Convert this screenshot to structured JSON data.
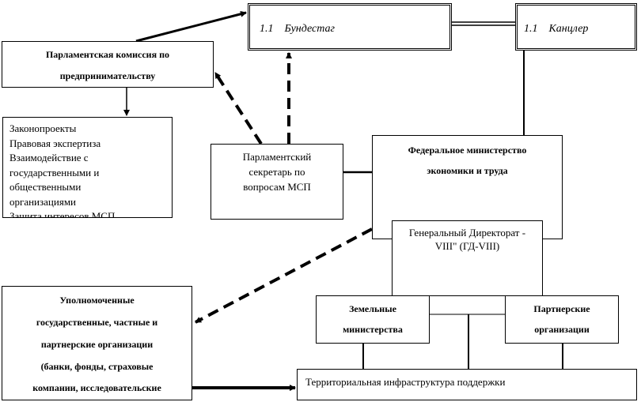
{
  "nodes": {
    "bundestag": {
      "num": "1.1",
      "label": "Бундестаг"
    },
    "chancellor": {
      "num": "1.1",
      "label": "Канцлер"
    },
    "commission": {
      "line1": "Парламентская комиссия по",
      "line2": "предпринимательству"
    },
    "functions": {
      "items": [
        "Законопроекты",
        "Правовая экспертиза",
        "Взаимодействие с",
        "государственными и",
        "общественными",
        "организациями",
        "Защита интересов МСП"
      ]
    },
    "secretary": {
      "label": "Парламентский секретарь  по вопросам МСП"
    },
    "ministry": {
      "line1": "Федеральное министерство",
      "line2": "экономики и труда"
    },
    "directorate": {
      "label": "Генеральный Директорат - VIII\" (ГД-VIII)"
    },
    "land_ministries": {
      "line1": "Земельные",
      "line2": "министерства"
    },
    "partners": {
      "line1": "Партнерские",
      "line2": "организации"
    },
    "authorized": {
      "lines": [
        "Уполномоченные",
        "государственные,  частные и",
        "партнерские организации",
        "(банки, фонды, страховые",
        "компании, исследовательские"
      ]
    },
    "territorial": {
      "label": "Территориальная инфраструктура  поддержки"
    }
  }
}
